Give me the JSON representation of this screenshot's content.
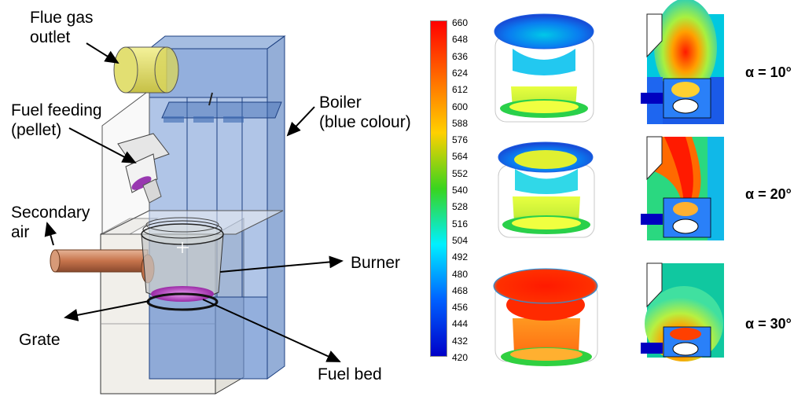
{
  "labels": {
    "flue_gas_outlet": [
      "Flue gas",
      "outlet"
    ],
    "fuel_feeding": [
      "Fuel feeding",
      "(pellet)"
    ],
    "secondary_air": [
      "Secondary",
      "air"
    ],
    "grate": "Grate",
    "boiler": [
      "Boiler",
      "(blue colour)"
    ],
    "burner": "Burner",
    "fuel_bed": "Fuel bed"
  },
  "colorbar": {
    "ticks": [
      "660",
      "648",
      "636",
      "624",
      "612",
      "600",
      "588",
      "576",
      "564",
      "552",
      "540",
      "528",
      "516",
      "504",
      "492",
      "480",
      "468",
      "456",
      "444",
      "432",
      "420"
    ],
    "colors": [
      "#ff0000",
      "#ff6a00",
      "#ffd000",
      "#39d41e",
      "#00f0ff",
      "#0060ff",
      "#0000c8"
    ]
  },
  "cases": [
    "α = 10°",
    "α = 20°",
    "α = 30°"
  ]
}
